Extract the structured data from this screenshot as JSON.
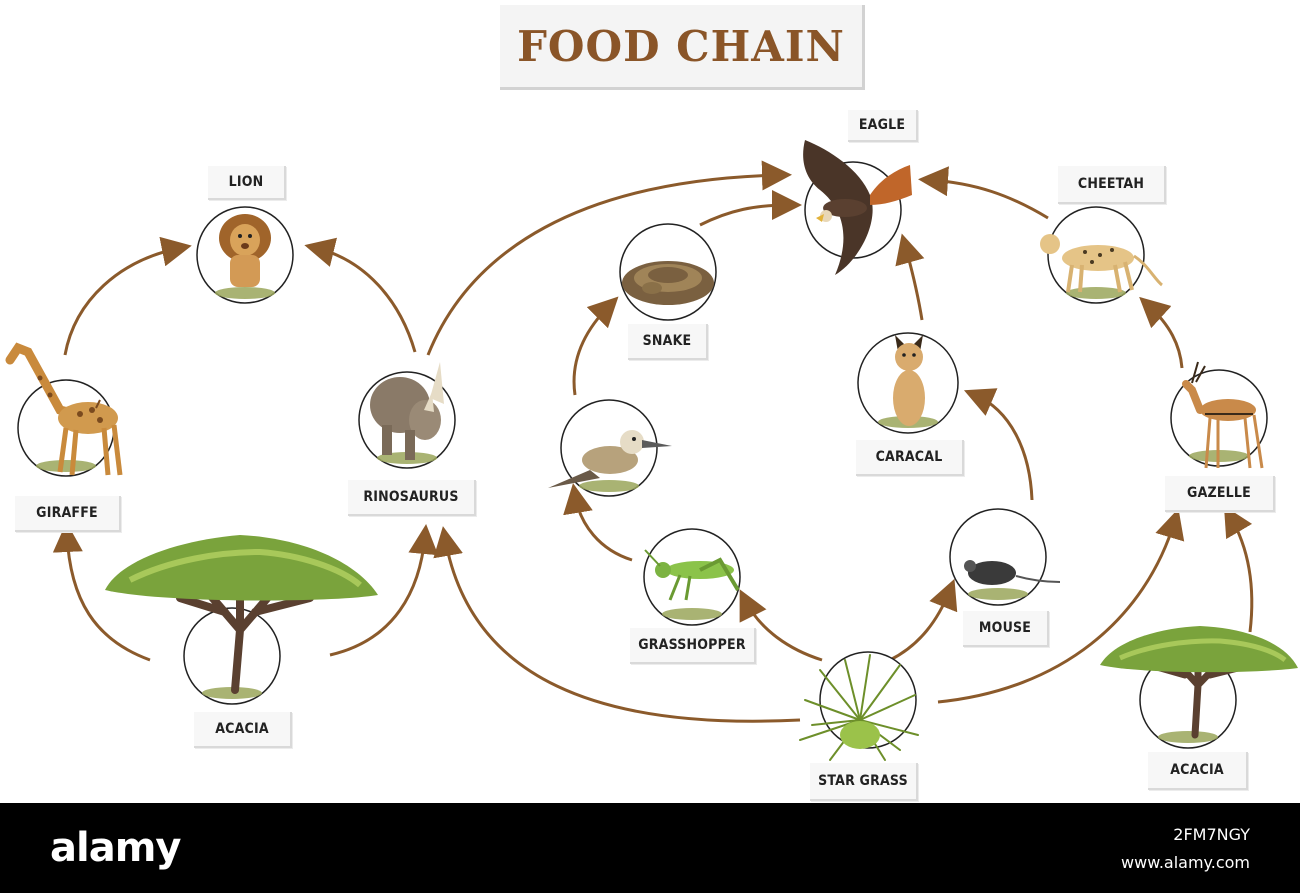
{
  "title": "FOOD CHAIN",
  "labels": {
    "eagle": "EAGLE",
    "lion": "LION",
    "cheetah": "CHEETAH",
    "snake": "SNAKE",
    "giraffe": "GIRAFFE",
    "rinosaurus": "RINOSAURUS",
    "caracal": "CARACAL",
    "gazelle": "GAZELLE",
    "grasshopper": "GRASSHOPPER",
    "mouse": "MOUSE",
    "acacia_left": "ACACIA",
    "star_grass": "STAR GRASS",
    "acacia_right": "ACACIA"
  },
  "colors": {
    "arrow": "#8b5a2b",
    "title": "#8a5528"
  },
  "footer": {
    "brand": "alamy",
    "image_id": "2FM7NGY",
    "url": "www.alamy.com"
  }
}
